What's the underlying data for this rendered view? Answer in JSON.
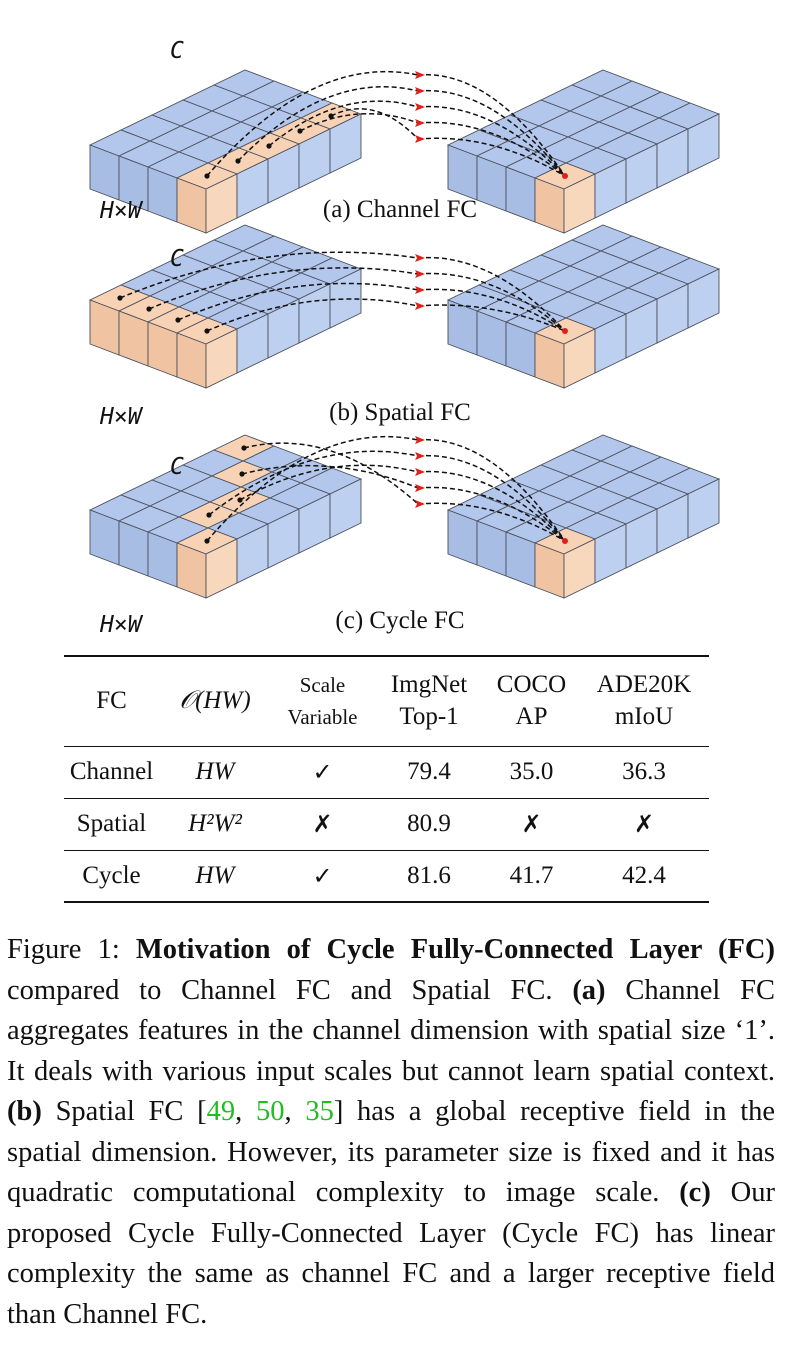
{
  "panels": [
    {
      "caption": "(a) Channel FC",
      "channel_label": "C",
      "spatial_label": "H×W"
    },
    {
      "caption": "(b) Spatial FC",
      "channel_label": "C",
      "spatial_label": "H×W"
    },
    {
      "caption": "(c) Cycle FC",
      "channel_label": "C",
      "spatial_label": "H×W"
    }
  ],
  "colors": {
    "cube_blue": "#b3c7ec",
    "cube_highlight": "#f7d2b4",
    "arrow_head": "#e0201a",
    "edge": "#4a4f5c"
  },
  "table": {
    "headers": {
      "fc": "FC",
      "complexity": "𝒪(HW)",
      "scale_line1": "Scale",
      "scale_line2": "Variable",
      "imgnet_line1": "ImgNet",
      "imgnet_line2": "Top-1",
      "coco_line1": "COCO",
      "coco_line2": "AP",
      "ade_line1": "ADE20K",
      "ade_line2": "mIoU"
    },
    "rows": [
      {
        "name": "Channel",
        "complexity": "HW",
        "scale": "✓",
        "imgnet": "79.4",
        "coco": "35.0",
        "ade": "36.3"
      },
      {
        "name": "Spatial",
        "complexity": "H²W²",
        "scale": "✗",
        "imgnet": "80.9",
        "coco": "✗",
        "ade": "✗"
      },
      {
        "name": "Cycle",
        "complexity": "HW",
        "scale": "✓",
        "imgnet": "81.6",
        "coco": "41.7",
        "ade": "42.4"
      }
    ]
  },
  "caption": {
    "prefix": "Figure 1: ",
    "title": "Motivation of Cycle Fully-Connected Layer (FC)",
    "t1": " compared to Channel FC and Spatial FC. ",
    "a_label": "(a)",
    "t2": " Chan­nel FC aggregates features in the channel dimension with spatial size ‘1’. It deals with various input scales but can­not learn spatial context. ",
    "b_label": "(b)",
    "t3": " Spatial FC [",
    "ref1": "49",
    "sep1": ", ",
    "ref2": "50",
    "sep2": ", ",
    "ref3": "35",
    "t4": "] has a global receptive field in the spatial dimension. However, its parameter size is fixed and it has quadratic computa­tional complexity to image scale. ",
    "c_label": "(c)",
    "t5": " Our proposed Cycle Fully-Connected Layer (Cycle FC) has linear complexity the same as channel FC and a larger receptive field than Channel FC."
  }
}
